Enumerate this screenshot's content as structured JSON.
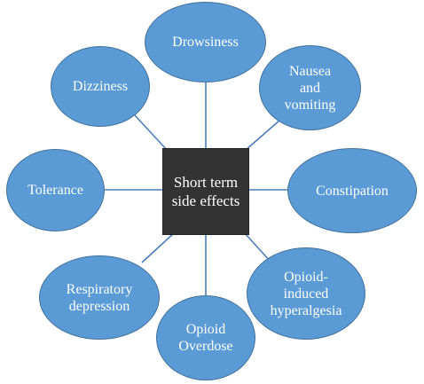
{
  "center": {
    "label": "Short term\nside effects"
  },
  "nodes": {
    "drowsiness": "Drowsiness",
    "dizziness": "Dizziness",
    "nausea": "Nausea\nand\nvomiting",
    "tolerance": "Tolerance",
    "constipation": "Constipation",
    "respiratory": "Respiratory\ndepression",
    "overdose": "Opioid\nOverdose",
    "hyperalgesia": "Opioid-\ninduced\nhyperalgesia"
  },
  "colors": {
    "node_fill": "#5b9bd5",
    "node_border": "#41719c",
    "center_fill": "#333333",
    "connector": "#4a7ebb"
  }
}
